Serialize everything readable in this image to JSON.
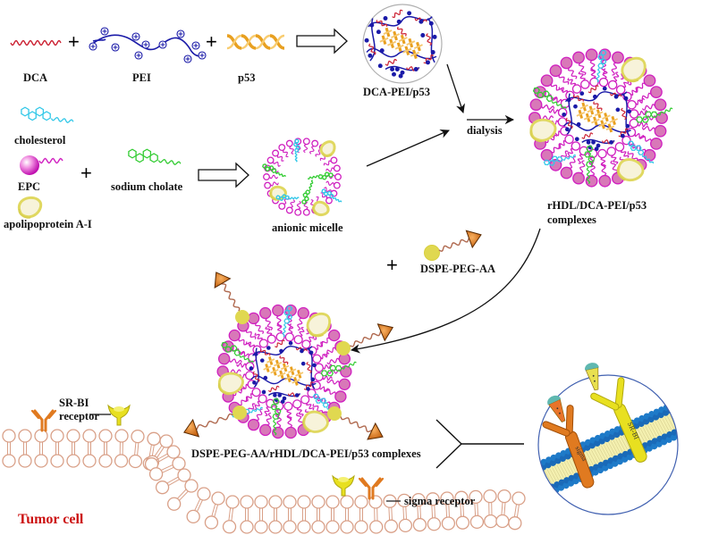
{
  "title": "Preparation of DSPE-PEG-AA/rHDL/DCA-PEI/p53 complexes and targeting of tumor cells",
  "components": {
    "dca": "DCA",
    "pei": "PEI",
    "p53": "p53",
    "cholesterol": "cholesterol",
    "epc": "EPC",
    "apoA1": "apolipoprotein A-I",
    "sodium_cholate": "sodium cholate",
    "dspe_peg_aa": "DSPE-PEG-AA"
  },
  "intermediates": {
    "dca_pei_p53": "DCA-PEI/p53",
    "anionic_micelle": "anionic micelle",
    "rhdl_line1": "rHDL/DCA-PEI/p53",
    "rhdl_line2": "complexes",
    "final_complex": "DSPE-PEG-AA/rHDL/DCA-PEI/p53 complexes"
  },
  "process": {
    "dialysis": "dialysis",
    "plus": "+"
  },
  "cell": {
    "sr_bi_line1": "SR-BI",
    "sr_bi_line2": "receptor",
    "sigma_receptor": "sigma receptor",
    "tumor_cell": "Tumor cell",
    "inset_sr_bi": "SR-BI",
    "inset_sigma": "sigma"
  },
  "colors": {
    "dca": "#cc2233",
    "pei": "#1a1aa8",
    "p53": "#e8a020",
    "epc_head": "#d878b8",
    "epc_ring": "#d020c0",
    "cholesterol": "#33c8e8",
    "cholate": "#33cc33",
    "apo": "#e0d860",
    "dspe_head": "#e0d850",
    "peg": "#b06a50",
    "ligand": "#e07818",
    "membrane": "#d9a088",
    "tumor_text": "#cc1111",
    "inset_border": "#4060b0",
    "inset_membrane": "#1a6ab8",
    "inset_core": "#f4f0b0",
    "srbi": "#e8e020",
    "sigma": "#e07a20"
  }
}
